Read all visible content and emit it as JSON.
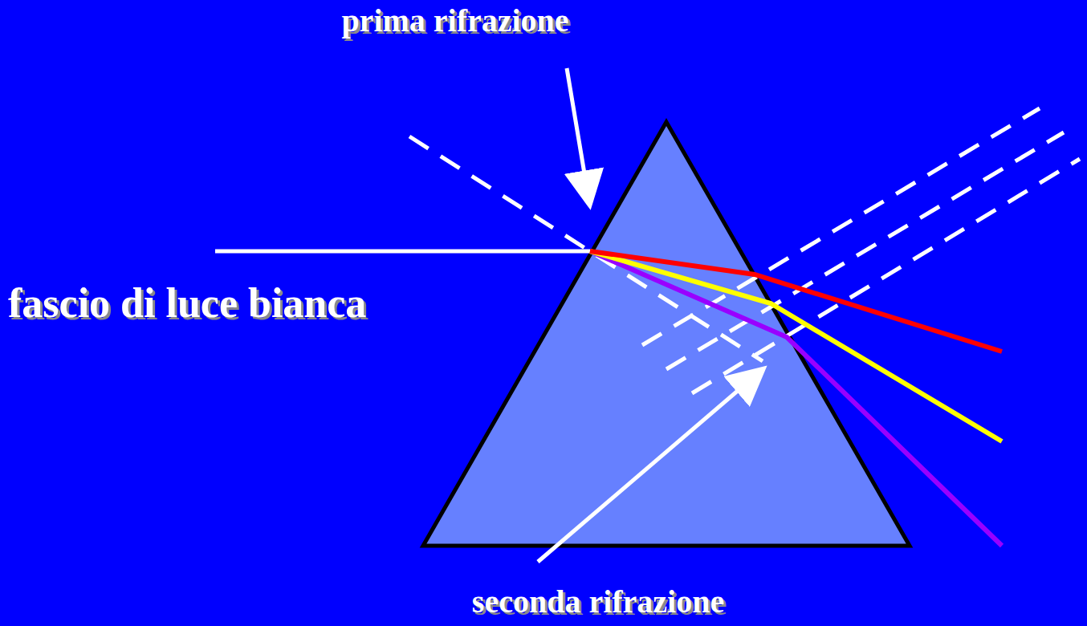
{
  "diagram": {
    "labels": [
      "prima rifrazione",
      "fascio di luce bianca",
      "seconda rifrazione"
    ]
  }
}
